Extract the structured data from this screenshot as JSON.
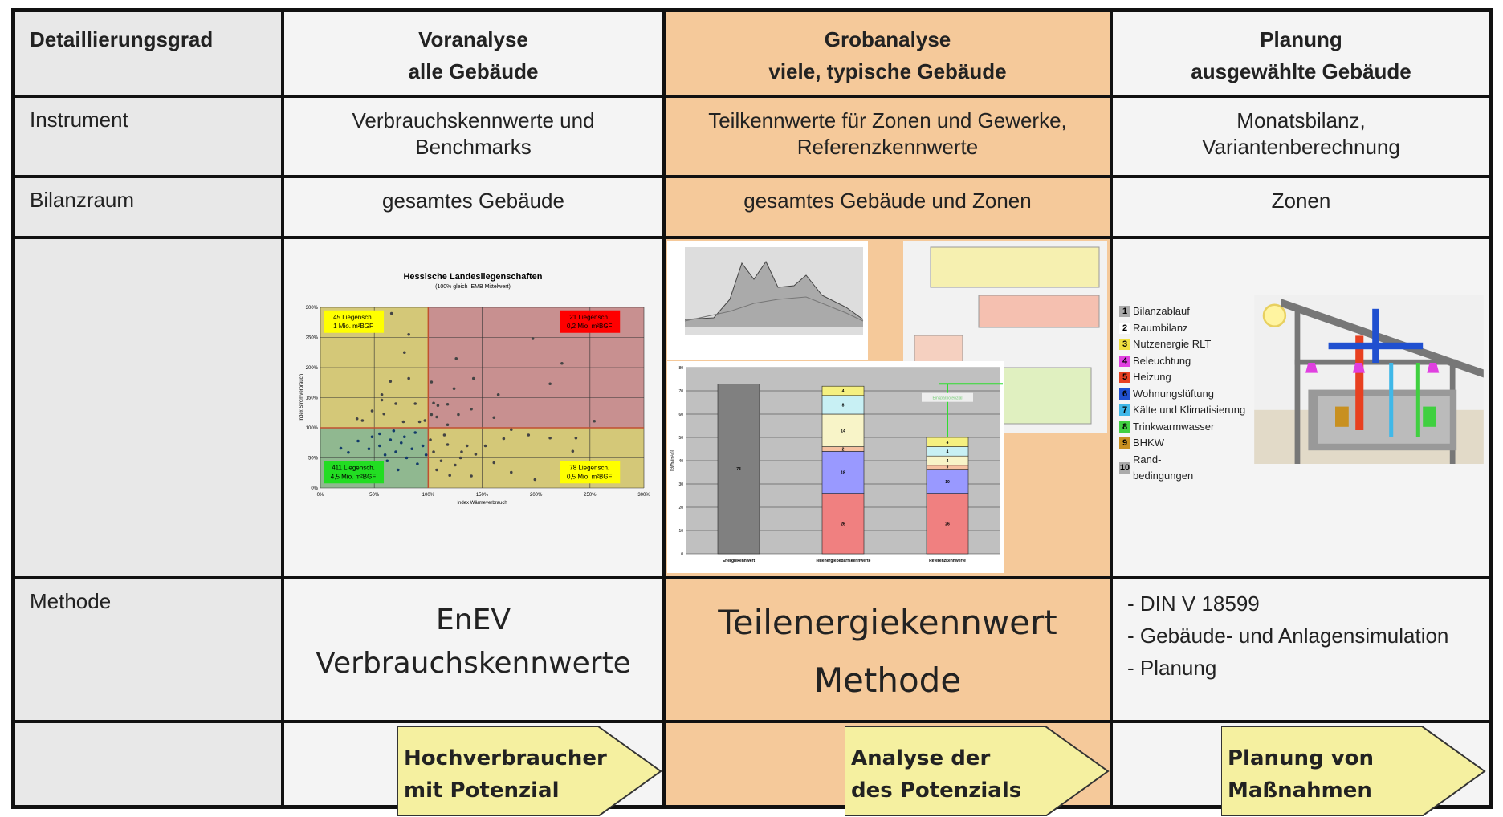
{
  "header": {
    "col0": "Detaillierungsgrad",
    "col1": [
      "Voranalyse",
      "alle Gebäude"
    ],
    "col2": [
      "Grobanalyse",
      "viele, typische Gebäude"
    ],
    "col3": [
      "Planung",
      "ausgewählte Gebäude"
    ]
  },
  "rows": {
    "instrument": {
      "label": "Instrument",
      "c1": [
        "Verbrauchskennwerte und",
        "Benchmarks"
      ],
      "c2": [
        "Teilkennwerte für Zonen und Gewerke,",
        "Referenzkennwerte"
      ],
      "c3": [
        "Monatsbilanz,",
        "Variantenberechnung"
      ]
    },
    "bilanzraum": {
      "label": "Bilanzraum",
      "c1": "gesamtes Gebäude",
      "c2": "gesamtes Gebäude und Zonen",
      "c3": "Zonen"
    },
    "methode": {
      "label": "Methode",
      "c1": [
        "EnEV",
        "Verbrauchskennwerte"
      ],
      "c2": [
        "Teilenergiekennwert",
        "Methode"
      ],
      "c3": [
        "- DIN V 18599",
        "- Gebäude- und Anlagensimulation",
        "- Planung"
      ]
    },
    "arrows": {
      "c1": [
        "Hochverbraucher",
        "mit Potenzial"
      ],
      "c2": [
        "Analyse der",
        "des Potenzials"
      ],
      "c3": [
        "Planung von",
        "Maßnahmen"
      ],
      "color": "#f5f0a0"
    }
  },
  "colors": {
    "orange": "#f5c99a",
    "cell": "#f4f4f4",
    "label": "#e8e8e8"
  },
  "chart_data": [
    {
      "type": "scatter",
      "title": "Hessische Landesliegenschaften",
      "subtitle": "(100% gleich IEMB Mittelwert)",
      "xlabel": "Index Wärmeverbrauch",
      "ylabel": "Index Stromverbrauch",
      "xlim": [
        0,
        300
      ],
      "ylim": [
        0,
        300
      ],
      "xticks": [
        "0%",
        "50%",
        "100%",
        "150%",
        "200%",
        "250%",
        "300%"
      ],
      "yticks": [
        "0%",
        "50%",
        "100%",
        "150%",
        "200%",
        "250%",
        "300%"
      ],
      "quadrants": [
        {
          "label": [
            "45 Liegensch.",
            "1 Mio. m²BGF"
          ],
          "color": "#ffff00"
        },
        {
          "label": [
            "21 Liegensch.",
            "0,2 Mio. m²BGF"
          ],
          "color": "#ff0000"
        },
        {
          "label": [
            "411 Liegensch.",
            "4,5 Mio. m²BGF"
          ],
          "color": "#22dd22"
        },
        {
          "label": [
            "78 Liegensch.",
            "0,5 Mio. m²BGF"
          ],
          "color": "#ffff00"
        }
      ],
      "points": [
        [
          66,
          290
        ],
        [
          82,
          255
        ],
        [
          78,
          225
        ],
        [
          126,
          215
        ],
        [
          197,
          248
        ],
        [
          224,
          207
        ],
        [
          213,
          173
        ],
        [
          142,
          182
        ],
        [
          124,
          165
        ],
        [
          165,
          155
        ],
        [
          103,
          176
        ],
        [
          82,
          182
        ],
        [
          65,
          177
        ],
        [
          57,
          155
        ],
        [
          57,
          146
        ],
        [
          70,
          140
        ],
        [
          88,
          140
        ],
        [
          105,
          141
        ],
        [
          109,
          137
        ],
        [
          118,
          139
        ],
        [
          140,
          131
        ],
        [
          128,
          122
        ],
        [
          161,
          117
        ],
        [
          103,
          122
        ],
        [
          108,
          118
        ],
        [
          254,
          111
        ],
        [
          118,
          105
        ],
        [
          34,
          115
        ],
        [
          39,
          112
        ],
        [
          48,
          128
        ],
        [
          59,
          123
        ],
        [
          77,
          110
        ],
        [
          92,
          110
        ],
        [
          97,
          112
        ],
        [
          237,
          83
        ],
        [
          213,
          83
        ],
        [
          193,
          88
        ],
        [
          234,
          61
        ],
        [
          177,
          97
        ],
        [
          170,
          82
        ],
        [
          153,
          70
        ],
        [
          161,
          42
        ],
        [
          177,
          26
        ],
        [
          199,
          14
        ],
        [
          144,
          56
        ],
        [
          131,
          60
        ],
        [
          140,
          20
        ],
        [
          120,
          21
        ],
        [
          26,
          59
        ],
        [
          19,
          66
        ],
        [
          35,
          78
        ],
        [
          45,
          65
        ],
        [
          55,
          70
        ],
        [
          60,
          55
        ],
        [
          65,
          80
        ],
        [
          70,
          60
        ],
        [
          75,
          75
        ],
        [
          80,
          50
        ],
        [
          85,
          65
        ],
        [
          90,
          40
        ],
        [
          95,
          70
        ],
        [
          72,
          30
        ],
        [
          62,
          45
        ],
        [
          50,
          40
        ],
        [
          42,
          30
        ],
        [
          78,
          85
        ],
        [
          88,
          92
        ],
        [
          55,
          90
        ],
        [
          68,
          95
        ],
        [
          48,
          85
        ],
        [
          105,
          60
        ],
        [
          112,
          45
        ],
        [
          118,
          72
        ],
        [
          125,
          38
        ],
        [
          108,
          30
        ],
        [
          130,
          50
        ],
        [
          136,
          70
        ],
        [
          115,
          88
        ],
        [
          102,
          80
        ],
        [
          98,
          55
        ]
      ]
    },
    {
      "type": "bar",
      "stacked": true,
      "ylabel": "[kWh/(m²a)]",
      "ylim": [
        0,
        80
      ],
      "yticks": [
        "0",
        "10",
        "20",
        "30",
        "40",
        "50",
        "60",
        "70",
        "80"
      ],
      "categories": [
        "Energiekennwert",
        "Teilenergiebedarfskennwerte",
        "Referenzkennwerte"
      ],
      "annotation": "Einsparpotenzial",
      "series": [
        {
          "color": "#f08080",
          "values": [
            0,
            26,
            26
          ]
        },
        {
          "color": "#9999ff",
          "values": [
            0,
            18,
            10
          ]
        },
        {
          "color": "#f5c0a0",
          "values": [
            0,
            2,
            2
          ]
        },
        {
          "color": "#f8f4c8",
          "values": [
            0,
            14,
            4
          ]
        },
        {
          "color": "#c8f0f4",
          "values": [
            0,
            8,
            4
          ]
        },
        {
          "color": "#f5f080",
          "values": [
            0,
            4,
            4
          ]
        },
        {
          "color": "#808080",
          "values": [
            73,
            0,
            0
          ]
        }
      ],
      "labels": [
        [
          "73"
        ],
        [
          "26",
          "18",
          "2",
          "14",
          "8",
          "4"
        ],
        [
          "26",
          "10",
          "2",
          "4",
          "4",
          "4"
        ]
      ]
    }
  ],
  "house_legend": [
    {
      "n": "1",
      "t": "Bilanzablauf",
      "c": "#aaaaaa"
    },
    {
      "n": "2",
      "t": "Raumbilanz",
      "c": "#ffffff"
    },
    {
      "n": "3",
      "t": "Nutzenergie RLT",
      "c": "#f0e040"
    },
    {
      "n": "4",
      "t": "Beleuchtung",
      "c": "#e040e0"
    },
    {
      "n": "5",
      "t": "Heizung",
      "c": "#e84020"
    },
    {
      "n": "6",
      "t": "Wohnungslüftung",
      "c": "#2050d0"
    },
    {
      "n": "7",
      "t": "Kälte und Klimatisierung",
      "c": "#40b8e8"
    },
    {
      "n": "8",
      "t": "Trinkwarmwasser",
      "c": "#40d040"
    },
    {
      "n": "9",
      "t": "BHKW",
      "c": "#c89020"
    },
    {
      "n": "10",
      "t": "Rand-\nbedingungen",
      "c": "#aaaaaa"
    }
  ]
}
